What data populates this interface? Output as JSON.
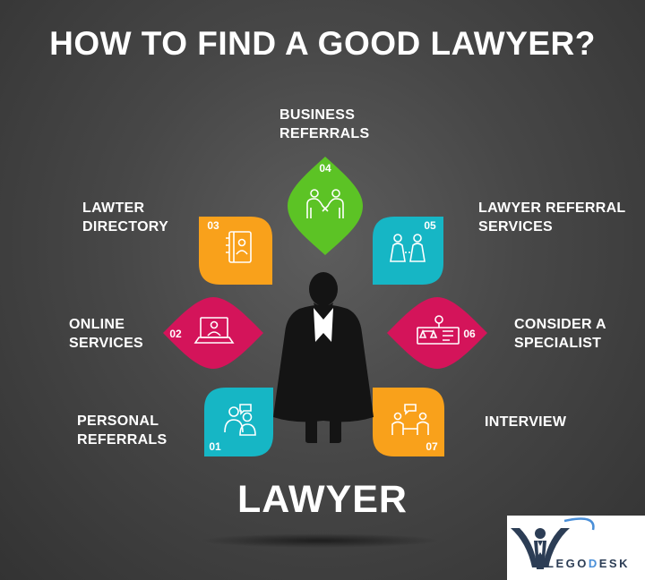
{
  "title": "HOW TO FIND A GOOD LAWYER?",
  "center_label": "LAWYER",
  "colors": {
    "green": "#5cc325",
    "teal": "#16b6c5",
    "orange": "#f9a11b",
    "magenta": "#d4145a",
    "background": "#474747"
  },
  "items": [
    {
      "number": "01",
      "label": "PERSONAL\nREFERRALS",
      "color": "teal",
      "icon": "people-chat-icon"
    },
    {
      "number": "02",
      "label": "ONLINE\nSERVICES",
      "color": "magenta",
      "icon": "laptop-user-icon"
    },
    {
      "number": "03",
      "label": "LAWTER\nDIRECTORY",
      "color": "orange",
      "icon": "directory-book-icon"
    },
    {
      "number": "04",
      "label": "BUSINESS\nREFERRALS",
      "color": "green",
      "icon": "handshake-icon"
    },
    {
      "number": "05",
      "label": "LAWYER REFERRAL\nSERVICES",
      "color": "teal",
      "icon": "lawyers-pair-icon"
    },
    {
      "number": "06",
      "label": "CONSIDER A\nSPECIALIST",
      "color": "magenta",
      "icon": "specialist-scales-icon"
    },
    {
      "number": "07",
      "label": "INTERVIEW",
      "color": "orange",
      "icon": "interview-table-icon"
    }
  ],
  "logo": {
    "text_prefix": "LEGO",
    "text_accent": "D",
    "text_suffix": "ESK"
  }
}
